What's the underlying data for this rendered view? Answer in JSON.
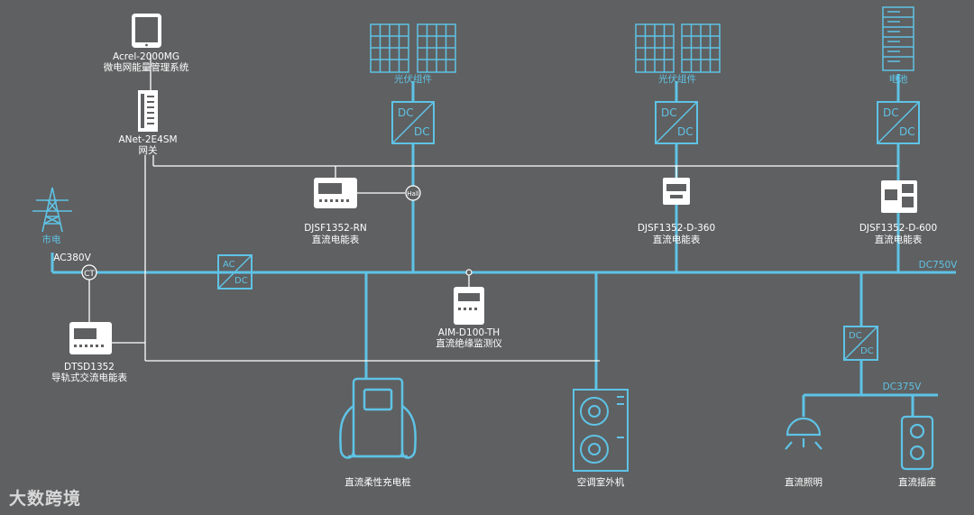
{
  "colors": {
    "background": "#5f6061",
    "bus_line": "#5ec3e6",
    "comm_line": "#ffffff",
    "label_text": "#ffffff"
  },
  "labels": {
    "ems_model": "Acrel-2000MG",
    "ems_name": "微电网能量管理系统",
    "gateway_model": "ANet-2E4SM",
    "gateway_name": "网关",
    "pv1": "光伏组件",
    "pv2": "光伏组件",
    "battery": "电池",
    "grid": "市电",
    "ac380v": "AC380V",
    "ct": "CT",
    "hall": "Hall",
    "dc750v": "DC750V",
    "dc375v": "DC375V",
    "meter_rn_model": "DJSF1352-RN",
    "meter_rn_name": "直流电能表",
    "meter_360_model": "DJSF1352-D-360",
    "meter_360_name": "直流电能表",
    "meter_600_model": "DJSF1352-D-600",
    "meter_600_name": "直流电能表",
    "dtsd_model": "DTSD1352",
    "dtsd_name": "导轨式交流电能表",
    "aim_model": "AIM-D100-TH",
    "aim_name": "直流绝缘监测仪",
    "charger": "直流柔性充电桩",
    "ac_outdoor": "空调室外机",
    "lighting": "直流照明",
    "socket": "直流插座",
    "conv_dc": "DC",
    "conv_ac": "AC"
  },
  "watermark": "大数跨境"
}
